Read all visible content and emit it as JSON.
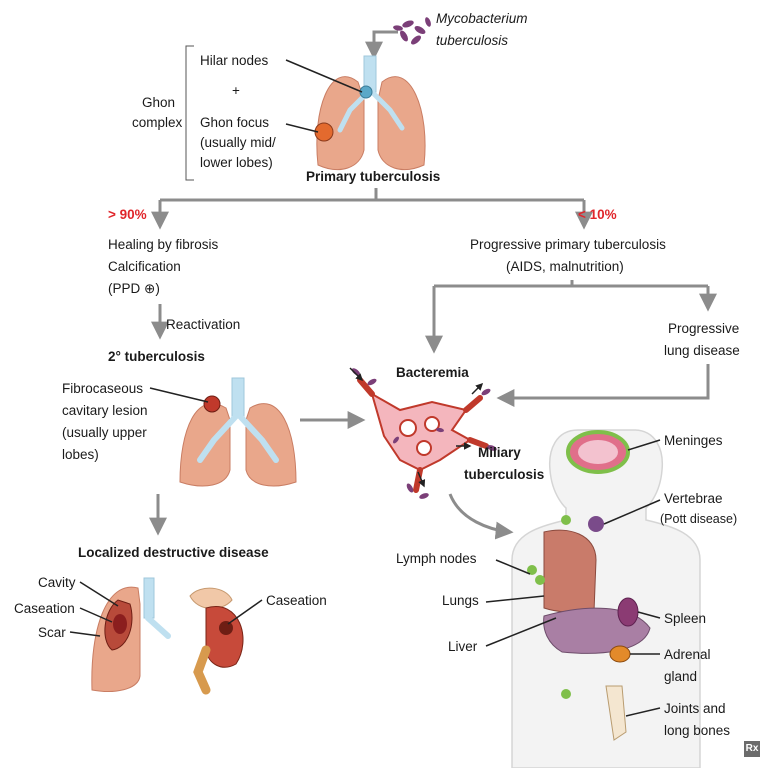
{
  "organism": {
    "line1": "Mycobacterium",
    "line2": "tuberculosis"
  },
  "ghon": {
    "complex_line1": "Ghon",
    "complex_line2": "complex",
    "hilar": "Hilar nodes",
    "plus": "+",
    "focus_line1": "Ghon focus",
    "focus_line2": "(usually mid/",
    "focus_line3": "lower lobes)"
  },
  "primary": "Primary tuberculosis",
  "left_branch": {
    "pct": "> 90%",
    "line1": "Healing by fibrosis",
    "line2": "Calcification",
    "line3": "(PPD ⊕)",
    "reactivation": "Reactivation",
    "secondary": "2° tuberculosis",
    "lesion_line1": "Fibrocaseous",
    "lesion_line2": "cavitary lesion",
    "lesion_line3": "(usually upper",
    "lesion_line4": "lobes)",
    "localized": "Localized destructive disease",
    "cavity": "Cavity",
    "caseation_left": "Caseation",
    "scar": "Scar",
    "caseation_right": "Caseation"
  },
  "right_branch": {
    "pct": "< 10%",
    "line1": "Progressive primary tuberculosis",
    "line2": "(AIDS, malnutrition)",
    "lung_line1": "Progressive",
    "lung_line2": "lung disease",
    "bacteremia": "Bacteremia",
    "miliary_line1": "Miliary",
    "miliary_line2": "tuberculosis"
  },
  "body_sites": {
    "meninges": "Meninges",
    "vertebrae_line1": "Vertebrae",
    "vertebrae_line2": "(Pott disease)",
    "lymph": "Lymph nodes",
    "lungs": "Lungs",
    "spleen": "Spleen",
    "liver": "Liver",
    "adrenal_line1": "Adrenal",
    "adrenal_line2": "gland",
    "joints_line1": "Joints and",
    "joints_line2": "long bones"
  },
  "logo": "Rx",
  "colors": {
    "accent_red": "#e0262b",
    "lung": "#e9a78b",
    "airway": "#bfe0f0",
    "arrow": "#8c8c8c",
    "bacteria": "#7b3f78"
  }
}
